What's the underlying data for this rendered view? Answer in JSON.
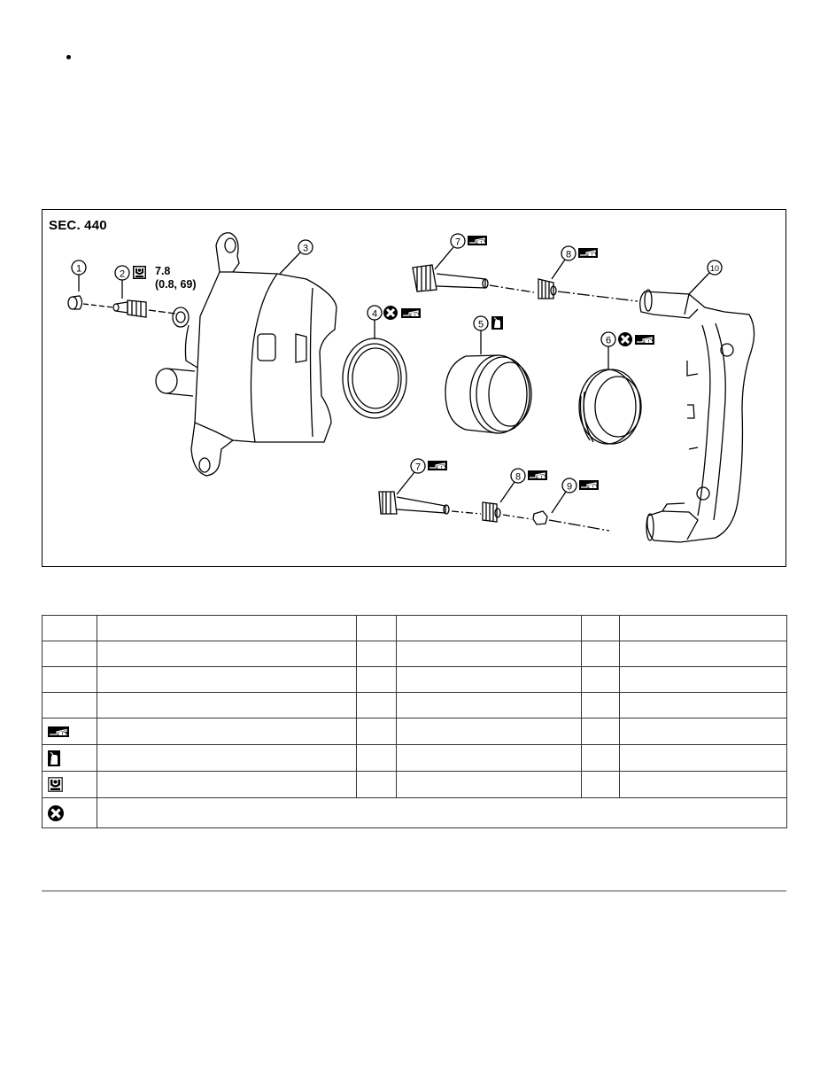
{
  "page": {
    "bullet": "•"
  },
  "figure": {
    "section_label": "SEC. 440",
    "callouts": [
      {
        "num": "1",
        "part": "bleed-valve-cap",
        "symbols": []
      },
      {
        "num": "2",
        "part": "bleed-valve",
        "symbols": [
          "torque-icon"
        ],
        "torque_line1": "7.8",
        "torque_line2": "(0.8, 69)"
      },
      {
        "num": "3",
        "part": "cylinder-body",
        "symbols": []
      },
      {
        "num": "4",
        "part": "piston-seal",
        "symbols": [
          "do-not-reuse-icon",
          "grease-icon"
        ]
      },
      {
        "num": "5",
        "part": "piston",
        "symbols": [
          "brake-fluid-icon"
        ]
      },
      {
        "num": "6",
        "part": "piston-boot",
        "symbols": [
          "do-not-reuse-icon",
          "grease-icon"
        ]
      },
      {
        "num": "7",
        "part": "sliding-pin",
        "symbols": [
          "grease-icon"
        ]
      },
      {
        "num": "8",
        "part": "sliding-pin-boot",
        "symbols": [
          "grease-icon"
        ]
      },
      {
        "num": "9",
        "part": "bushing",
        "symbols": [
          "grease-icon"
        ]
      },
      {
        "num": "10",
        "part": "torque-member",
        "symbols": []
      }
    ]
  },
  "legend_table": {
    "rows": [
      {
        "symbol": "",
        "cells": [
          "",
          "",
          "",
          "",
          ""
        ]
      },
      {
        "symbol": "",
        "cells": [
          "",
          "",
          "",
          "",
          ""
        ]
      },
      {
        "symbol": "",
        "cells": [
          "",
          "",
          "",
          "",
          ""
        ]
      },
      {
        "symbol": "",
        "cells": [
          "",
          "",
          "",
          "",
          ""
        ]
      },
      {
        "symbol": "grease-icon",
        "cells": [
          "",
          "",
          "",
          "",
          ""
        ]
      },
      {
        "symbol": "brake-fluid-icon",
        "cells": [
          "",
          "",
          "",
          "",
          ""
        ]
      },
      {
        "symbol": "torque-icon",
        "cells": [
          "",
          "",
          "",
          "",
          ""
        ]
      },
      {
        "symbol": "do-not-reuse-icon",
        "cells": [
          ""
        ]
      }
    ]
  }
}
